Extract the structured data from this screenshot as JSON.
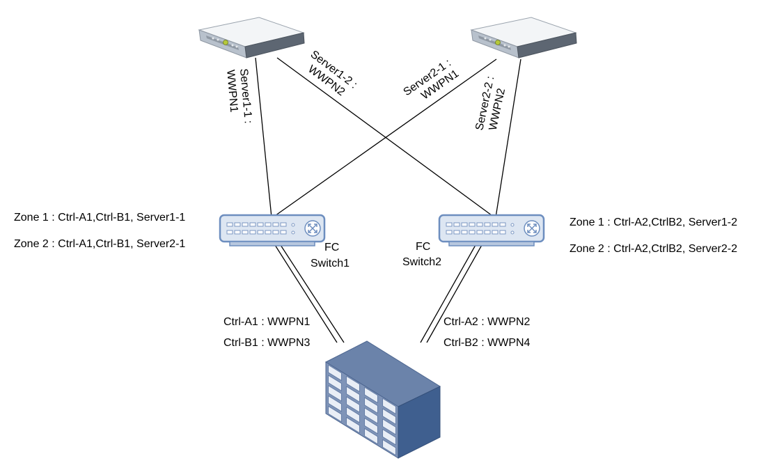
{
  "devices": {
    "server1": {
      "icon": "server-icon"
    },
    "server2": {
      "icon": "server-icon"
    },
    "switch1": {
      "icon": "fc-switch-icon",
      "label_line1": "FC",
      "label_line2": "Switch1"
    },
    "switch2": {
      "icon": "fc-switch-icon",
      "label_line1": "FC",
      "label_line2": "Switch2"
    },
    "storage": {
      "icon": "storage-array-icon"
    }
  },
  "links": {
    "server1_1": {
      "line1": "Server1-1 :",
      "line2": "WWPN1"
    },
    "server1_2": {
      "line1": "Server1-2 :",
      "line2": "WWPN2"
    },
    "server2_1": {
      "line1": "Server2-1 :",
      "line2": "WWPN1"
    },
    "server2_2": {
      "line1": "Server2-2 :",
      "line2": "WWPN2"
    }
  },
  "controllers": {
    "ctrl_a1": "Ctrl-A1 : WWPN1",
    "ctrl_b1": "Ctrl-B1 : WWPN3",
    "ctrl_a2": "Ctrl-A2 : WWPN2",
    "ctrl_b2": "Ctrl-B2 : WWPN4"
  },
  "zones": {
    "switch1": [
      "Zone 1 : Ctrl-A1,Ctrl-B1, Server1-1",
      "Zone 2 : Ctrl-A1,Ctrl-B1, Server2-1"
    ],
    "switch2": [
      "Zone 1 : Ctrl-A2,CtrlB2, Server1-2",
      "Zone 2 : Ctrl-A2,CtrlB2, Server2-2"
    ]
  },
  "colors": {
    "line": "#000000",
    "device_fill": "#dde6f2",
    "device_stroke": "#6d8ebf",
    "storage_front": "#7f94b8",
    "storage_side": "#3f5f8f",
    "storage_top": "#6b83aa"
  }
}
